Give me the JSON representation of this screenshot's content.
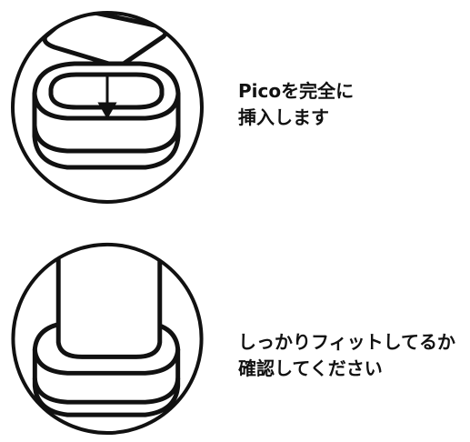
{
  "steps": [
    {
      "lines": [
        "Picoを完全に",
        "挿入します"
      ]
    },
    {
      "lines": [
        "しっかりフィットしてるか",
        "確認してください"
      ]
    }
  ]
}
